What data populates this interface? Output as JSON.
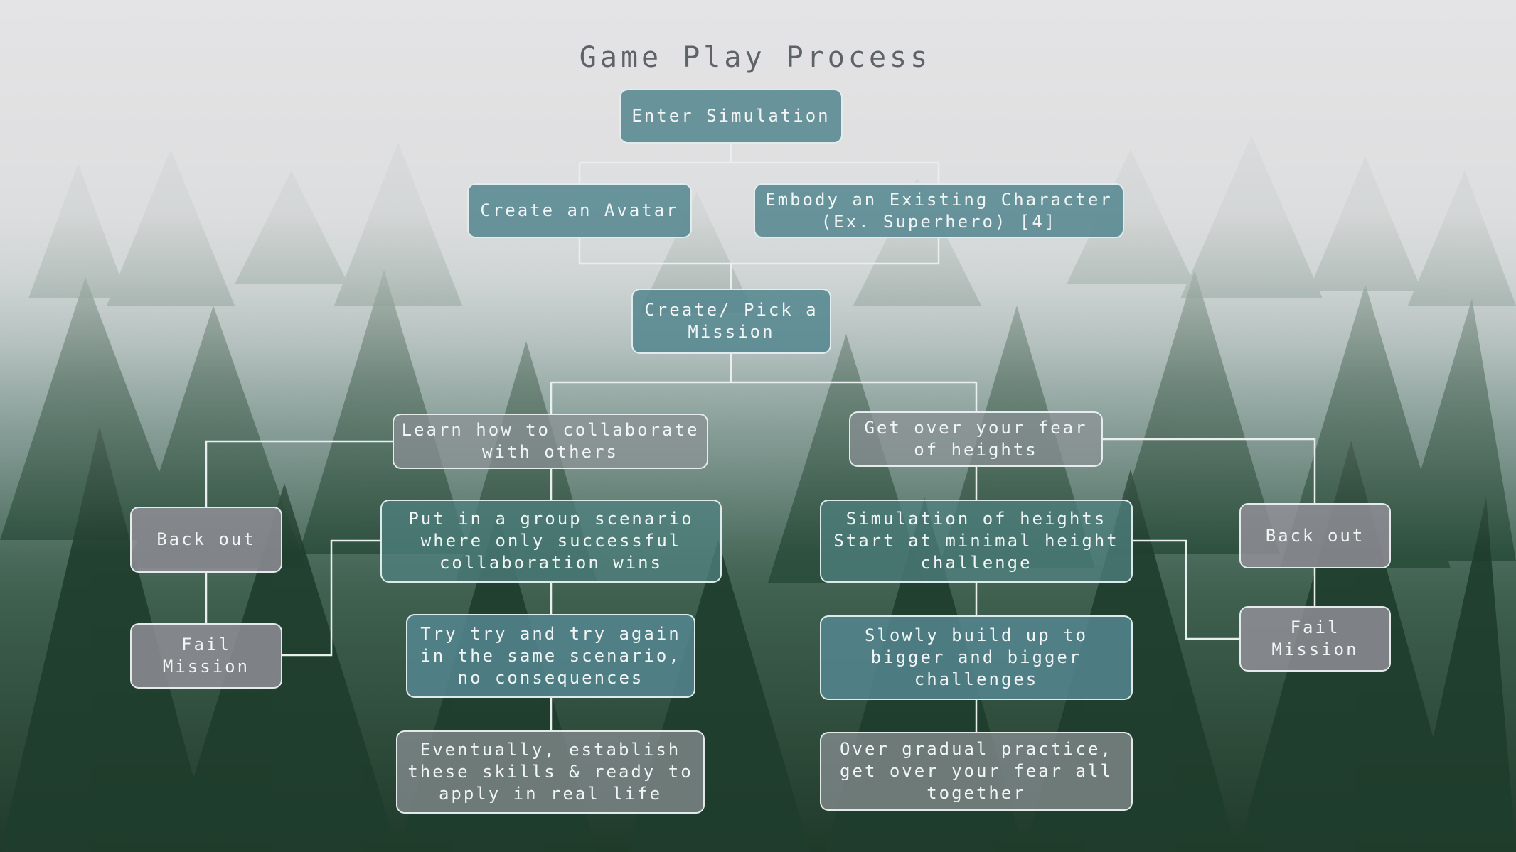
{
  "title": "Game Play Process",
  "colors": {
    "node_teal": "#54868f",
    "node_grey": "#8c9296",
    "node_mauve": "#96929c",
    "connector": "#e9efef",
    "text": "#f1f5f5",
    "title": "#5d6367"
  },
  "nodes": {
    "enter_simulation": "Enter Simulation",
    "create_avatar": "Create an Avatar",
    "embody_character": "Embody an Existing Character\n(Ex. Superhero) [4]",
    "pick_mission": "Create/ Pick a\nMission",
    "learn_collaborate": "Learn how to collaborate\nwith others",
    "fear_heights": "Get over your fear\nof heights",
    "group_scenario": "Put in a group scenario\nwhere only successful\ncollaboration wins",
    "simulation_heights": "Simulation of heights\nStart at minimal height\nchallenge",
    "try_again": "Try try and try again\nin the same scenario,\nno consequences",
    "build_up": "Slowly build up to\nbigger and bigger\nchallenges",
    "establish_skills": "Eventually, establish\nthese skills & ready to\napply in real life",
    "gradual_practice": "Over gradual practice,\nget over your fear all\ntogether",
    "back_out_left": "Back out",
    "fail_mission_left": "Fail\nMission",
    "back_out_right": "Back out",
    "fail_mission_right": "Fail\nMission"
  }
}
